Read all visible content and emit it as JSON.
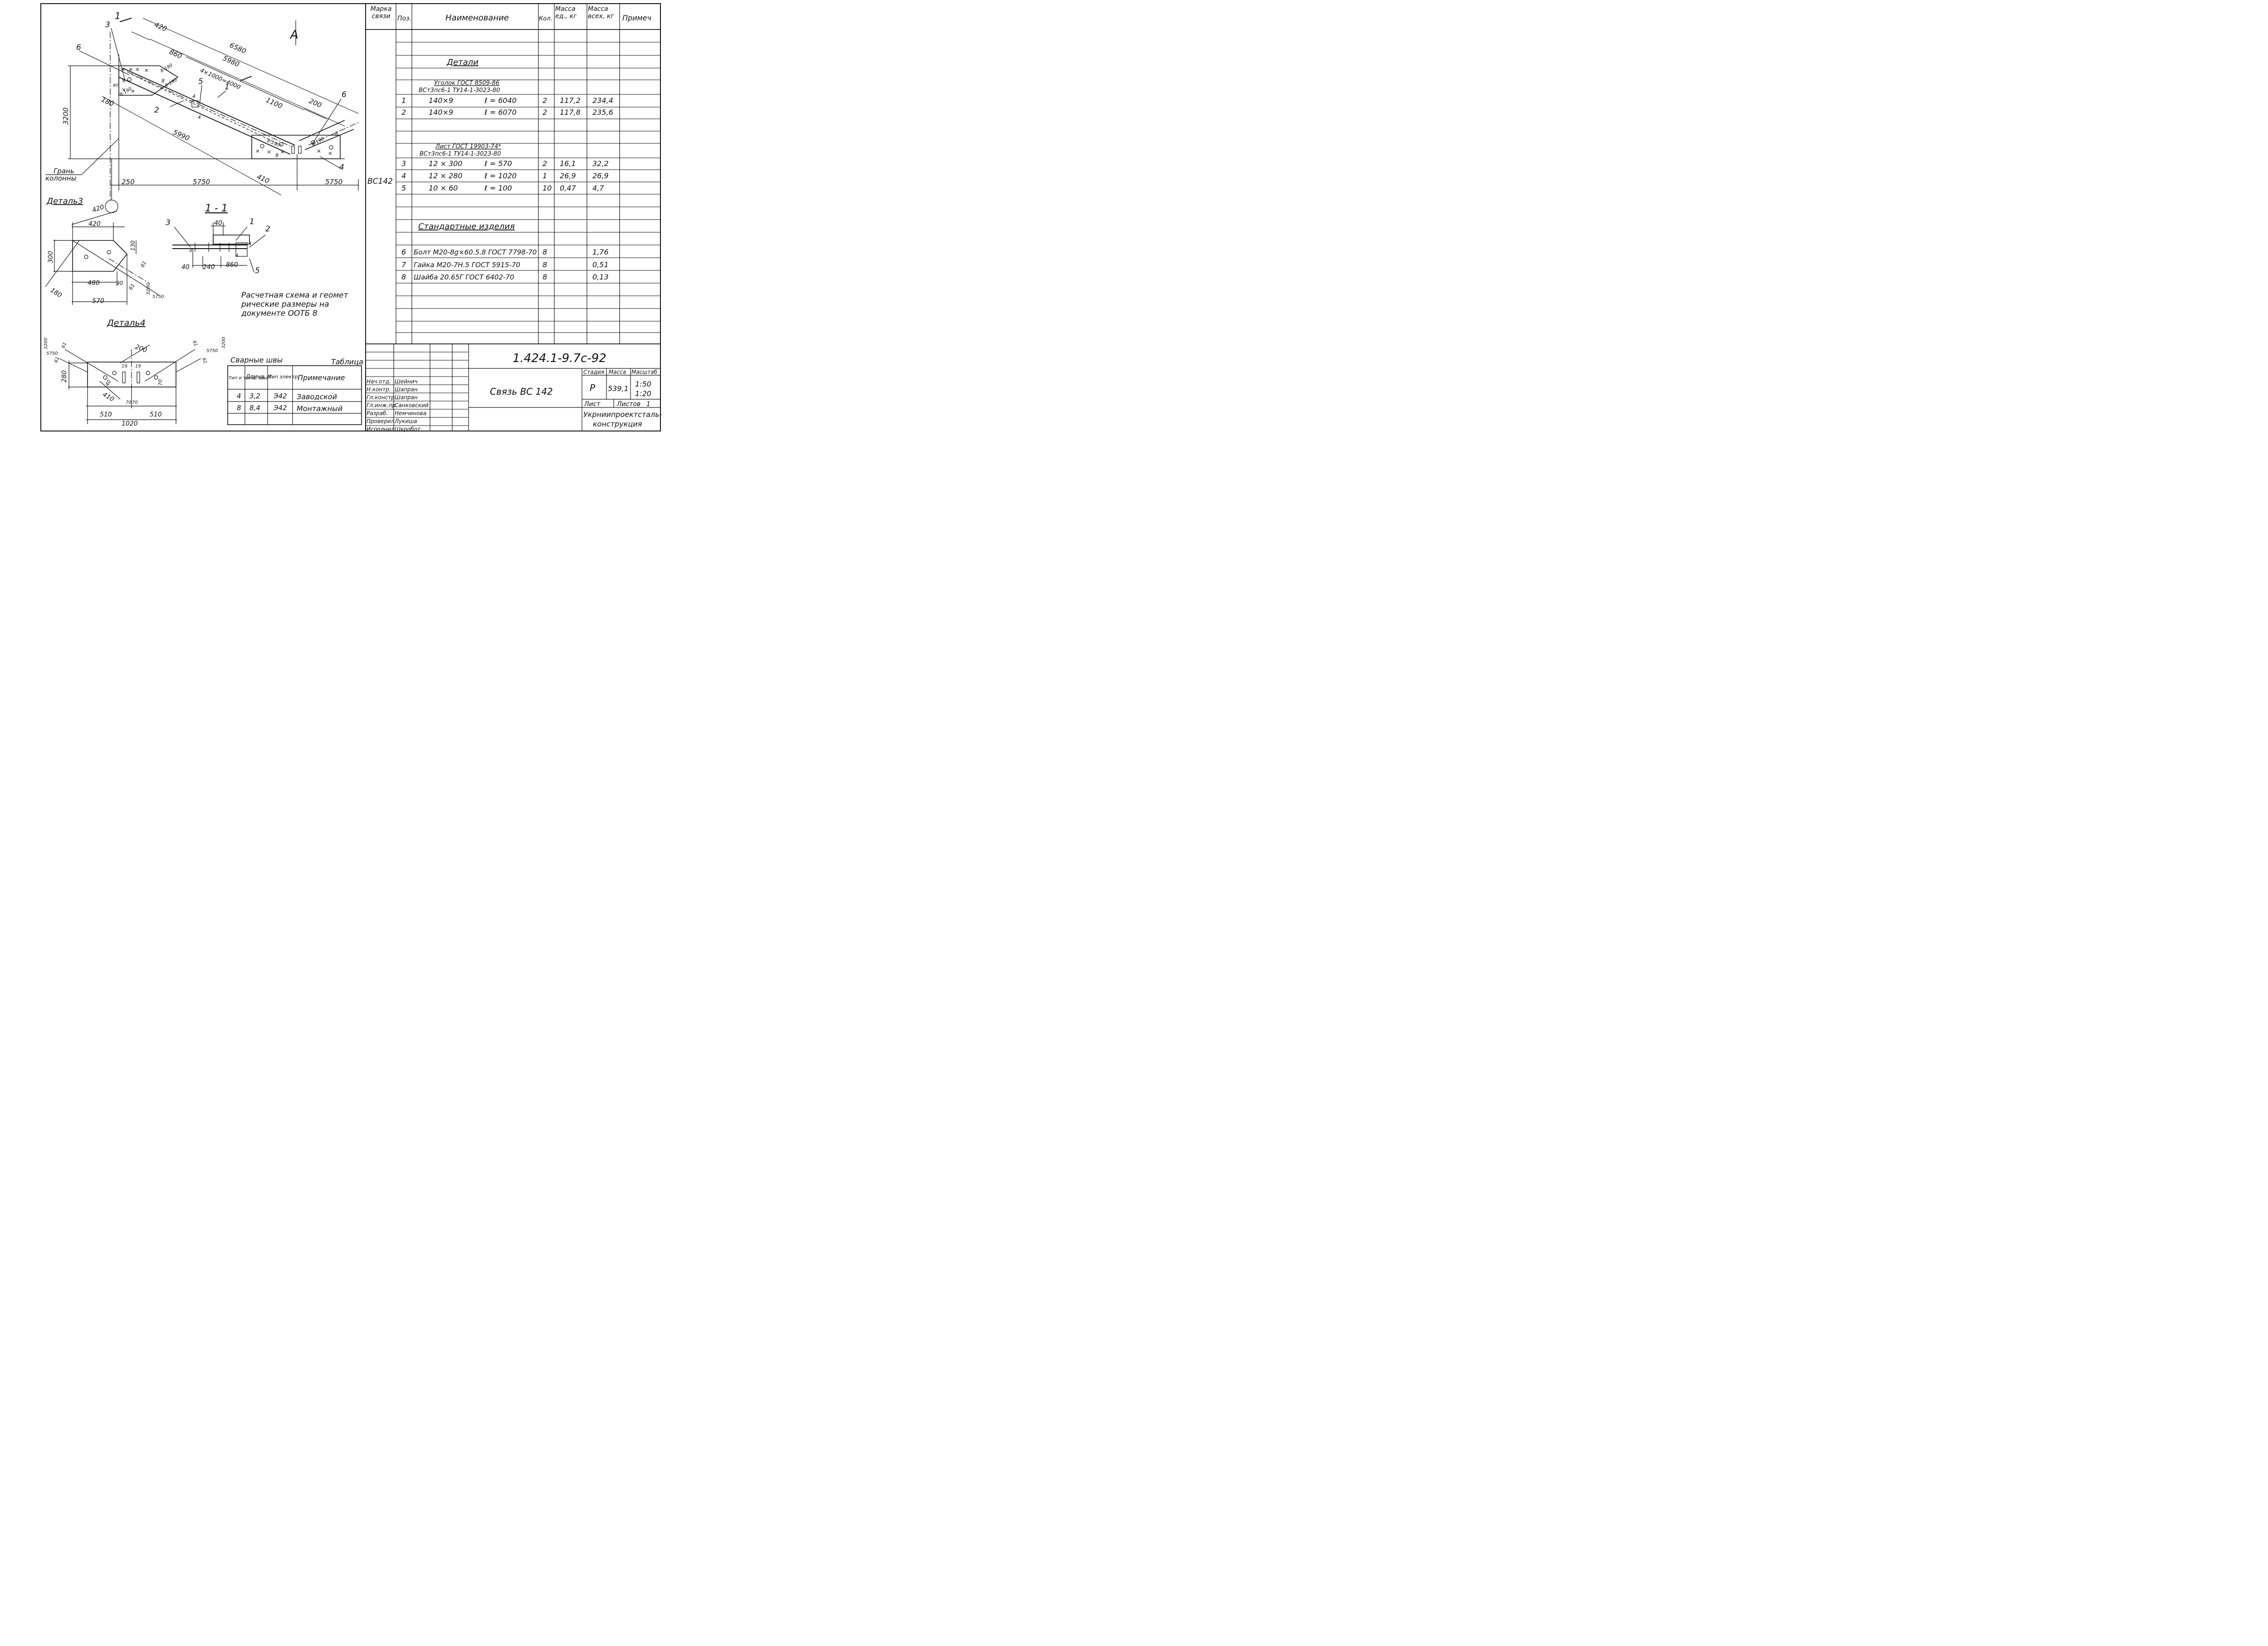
{
  "drawing": {
    "section_mark": "1",
    "axis_mark": "А",
    "main_dims": [
      "420",
      "6580",
      "5980",
      "860",
      "4×1000=4000",
      "1100",
      "200",
      "3200",
      "5990",
      "410",
      "250",
      "5750",
      "5750",
      "180"
    ],
    "small_dims": [
      "8-190",
      "8-190",
      "8",
      "8",
      "8-190",
      "4",
      "8-190",
      "8-190",
      "8",
      "4",
      "80"
    ],
    "callouts": [
      "3",
      "6",
      "5",
      "1",
      "2",
      "6",
      "4"
    ],
    "column_face": [
      "Грань",
      "колонны"
    ]
  },
  "detail3": {
    "title": "Деталь3",
    "dims": [
      "420",
      "420",
      "300",
      "130",
      "480",
      "90",
      "570",
      "180",
      "61",
      "61",
      "3200",
      "5750"
    ]
  },
  "section11": {
    "title": "1 - 1",
    "dims": [
      "40",
      "40",
      "240",
      "860"
    ],
    "callouts": [
      "3",
      "1",
      "2",
      "5"
    ],
    "weld_marks": [
      "4",
      "4",
      "4"
    ]
  },
  "note": [
    "Расчетная схема и геомет",
    "рические размеры на",
    "документе ООТБ 8"
  ],
  "detail4": {
    "title": "Деталь4",
    "dims": [
      "200",
      "19",
      "19",
      "40",
      "70",
      "280",
      "410",
      "70",
      "70",
      "510",
      "510",
      "1020",
      "61",
      "61",
      "61",
      "61",
      "3200",
      "5750",
      "3200",
      "5750"
    ]
  },
  "welds": {
    "title": "Сварные швы",
    "table_label": "Таблица",
    "headers": [
      "Тип и толщ. шва",
      "Длина, м",
      "Тип электр.",
      "Примечание"
    ],
    "rows": [
      {
        "type": "4",
        "length": "3,2",
        "electrode": "Э42",
        "note": "Заводской"
      },
      {
        "type": "8",
        "length": "8,4",
        "electrode": "Э42",
        "note": "Монтажный"
      }
    ]
  },
  "spec": {
    "headers": [
      "Марка связи",
      "Поз.",
      "Наименование",
      "Кол.",
      "Масса ед., кг",
      "Масса всех, кг",
      "Примеч"
    ],
    "mark": "ВС142",
    "sections": {
      "details": "Детали",
      "angle_standard_1": "Уголок ГОСТ 8509-86",
      "angle_standard_2": "ВСт3пс6-1 ТУ14-1-3023-80",
      "sheet_standard_1": "Лист ГОСТ 19903-74*",
      "sheet_standard_2": "ВСт3пс6-1 ТУ14-1-3023-80",
      "standard_items": "Стандартные изделия"
    },
    "rows": [
      {
        "pos": "1",
        "size": "140×9",
        "len": "ℓ = 6040",
        "qty": "2",
        "unit": "117,2",
        "total": "234,4"
      },
      {
        "pos": "2",
        "size": "140×9",
        "len": "ℓ = 6070",
        "qty": "2",
        "unit": "117,8",
        "total": "235,6"
      },
      {
        "pos": "3",
        "size": "12 × 300",
        "len": "ℓ = 570",
        "qty": "2",
        "unit": "16,1",
        "total": "32,2"
      },
      {
        "pos": "4",
        "size": "12 × 280",
        "len": "ℓ = 1020",
        "qty": "1",
        "unit": "26,9",
        "total": "26,9"
      },
      {
        "pos": "5",
        "size": "10 × 60",
        "len": "ℓ = 100",
        "qty": "10",
        "unit": "0,47",
        "total": "4,7"
      },
      {
        "pos": "6",
        "name": "Болт М20-8g×60.5.8 ГОСТ 7798-70",
        "qty": "8",
        "total": "1,76"
      },
      {
        "pos": "7",
        "name": "Гайка М20-7Н.5 ГОСТ 5915-70",
        "qty": "8",
        "total": "0,51"
      },
      {
        "pos": "8",
        "name": "Шайба 20.65Г ГОСТ 6402-70",
        "qty": "8",
        "total": "0,13"
      }
    ]
  },
  "title_block": {
    "code": "1.424.1-9.7с-92",
    "name": "Связь ВС 142",
    "stage_label": "Стадия",
    "mass_label": "Масса",
    "scale_label": "Масштаб",
    "stage": "Р",
    "mass": "539,1",
    "scale1": "1:50",
    "scale2": "1:20",
    "sheet_label": "Лист",
    "sheets_label": "Листов",
    "sheets": "1",
    "org": [
      "Укрниипроектсталь-",
      "конструкция"
    ],
    "signers": [
      {
        "role": "Нач.отд.",
        "name": "Шейнич"
      },
      {
        "role": "Н.контр.",
        "name": "Шапран"
      },
      {
        "role": "Гл.констр.",
        "name": "Шапран"
      },
      {
        "role": "Гл.инж.пр.",
        "name": "Санковский"
      },
      {
        "role": "Разраб.",
        "name": "Немчинова"
      },
      {
        "role": "Проверил",
        "name": "Лукиша"
      },
      {
        "role": "Исполнил",
        "name": "Шкробот"
      }
    ]
  }
}
